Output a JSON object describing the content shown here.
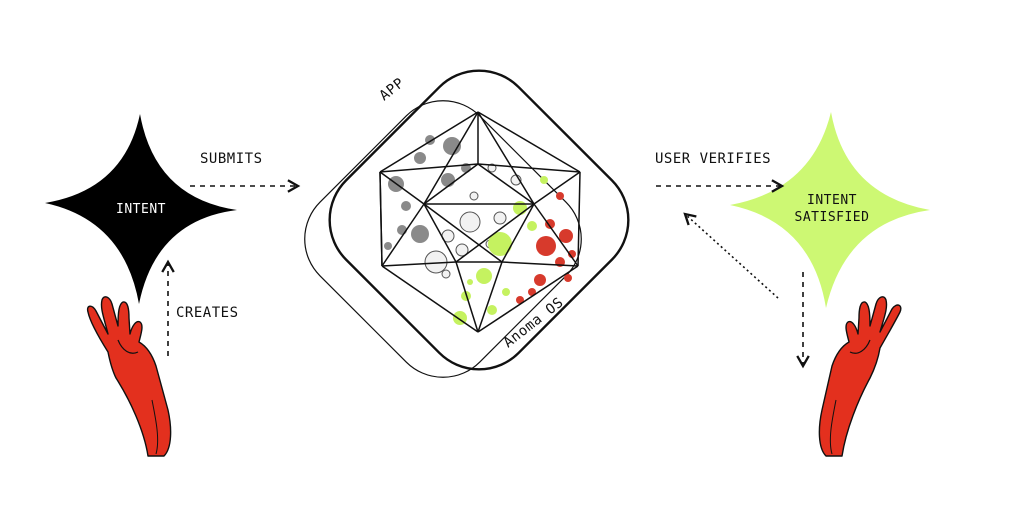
{
  "nodes": {
    "intent_label": "INTENT",
    "satisfied_line1": "INTENT",
    "satisfied_line2": "SATISFIED",
    "app_label": "APP",
    "os_label": "Anoma OS"
  },
  "edges": {
    "submits": "SUBMITS",
    "creates": "CREATES",
    "user_verifies": "USER VERIFIES"
  },
  "colors": {
    "intent_fill": "#000000",
    "satisfied_fill": "#cdf873",
    "hand_red": "#e3301e",
    "dot_green": "#c5f260",
    "dot_red": "#d73a2c",
    "dot_gray": "#8a8a8a",
    "line": "#111111"
  },
  "icons": [
    "four-point-star-icon",
    "hand-icon",
    "icosahedron-icon",
    "arrow-icon"
  ]
}
